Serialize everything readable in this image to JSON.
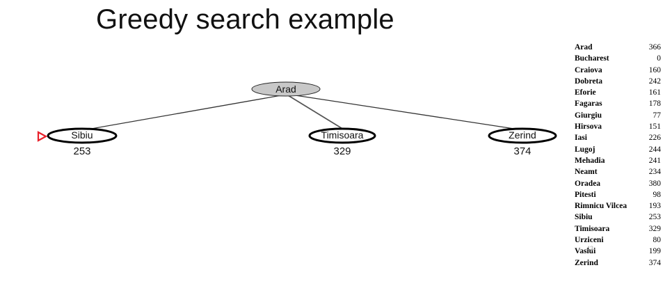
{
  "slide": {
    "title": "Greedy search example"
  },
  "tree": {
    "root": {
      "label": "Arad",
      "fill": "#c8c8c8"
    },
    "children": [
      {
        "label": "Sibiu",
        "cost": "253",
        "selected": true
      },
      {
        "label": "Timisoara",
        "cost": "329"
      },
      {
        "label": "Zerind",
        "cost": "374"
      }
    ],
    "marker_color": "#e8202a"
  },
  "heuristic_table": {
    "rows": [
      {
        "city": "Arad",
        "value": "366"
      },
      {
        "city": "Bucharest",
        "value": "0"
      },
      {
        "city": "Craiova",
        "value": "160"
      },
      {
        "city": "Dobreta",
        "value": "242"
      },
      {
        "city": "Eforie",
        "value": "161"
      },
      {
        "city": "Fagaras",
        "value": "178"
      },
      {
        "city": "Giurgiu",
        "value": "77"
      },
      {
        "city": "Hirsova",
        "value": "151"
      },
      {
        "city": "Iasi",
        "value": "226"
      },
      {
        "city": "Lugoj",
        "value": "244"
      },
      {
        "city": "Mehadia",
        "value": "241"
      },
      {
        "city": "Neamt",
        "value": "234"
      },
      {
        "city": "Oradea",
        "value": "380"
      },
      {
        "city": "Pitesti",
        "value": "98"
      },
      {
        "city": "Rimnicu Vilcea",
        "value": "193"
      },
      {
        "city": "Sibiu",
        "value": "253"
      },
      {
        "city": "Timisoara",
        "value": "329"
      },
      {
        "city": "Urziceni",
        "value": "80"
      },
      {
        "city": "Vaslui",
        "value": "199"
      },
      {
        "city": "Zerind",
        "value": "374"
      }
    ]
  },
  "page_number": "43"
}
